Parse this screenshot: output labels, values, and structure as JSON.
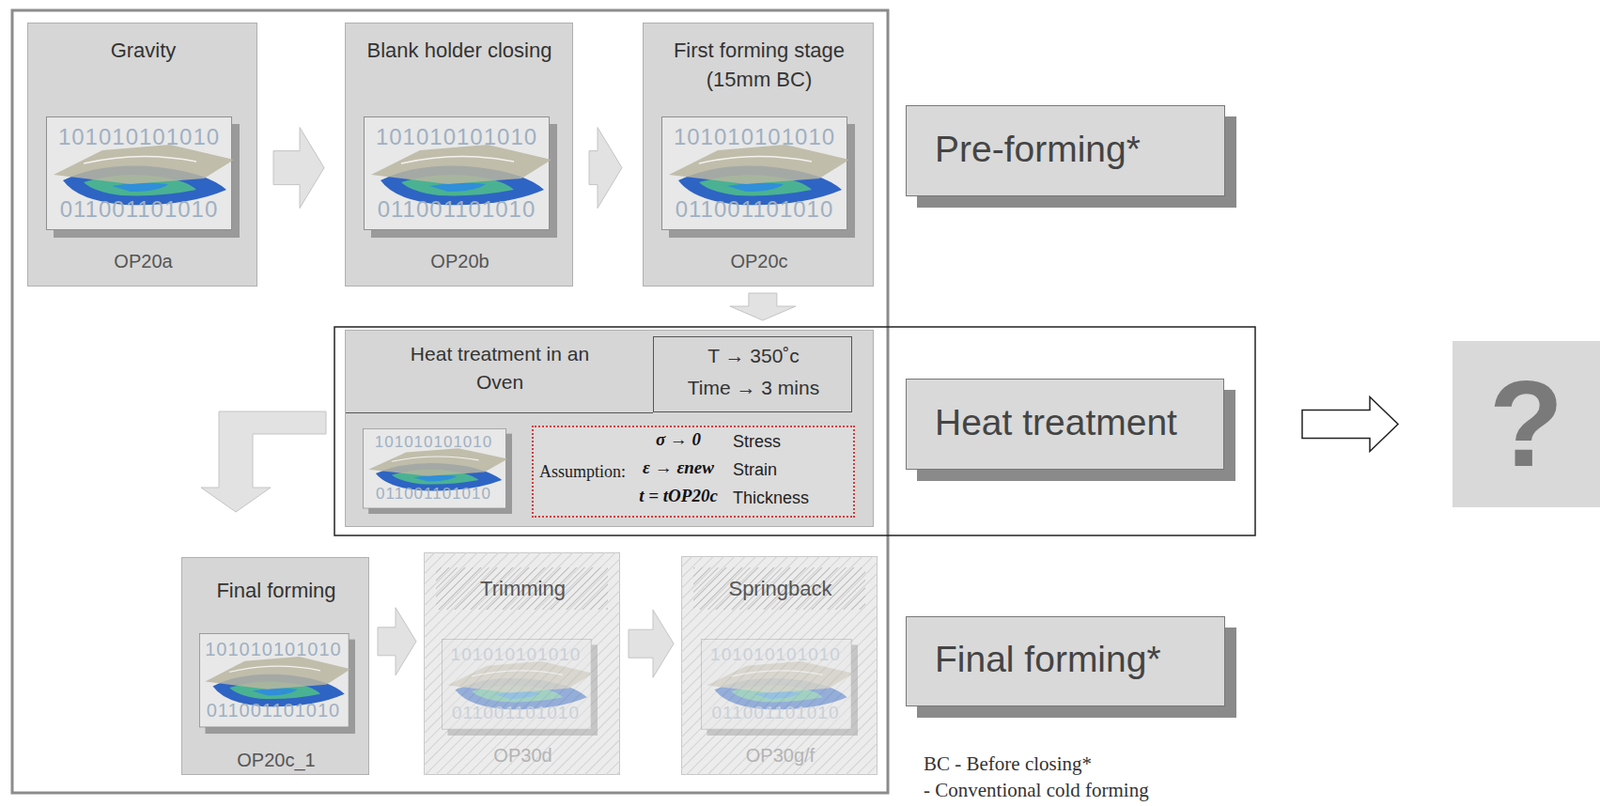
{
  "diagram": {
    "nodes": [
      {
        "text": [
          "Gravity",
          "OP20a"
        ]
      },
      {
        "text": [
          "Blank holder closing",
          "OP20b"
        ]
      },
      {
        "text": [
          "First forming stage (15mm BC)",
          "OP20c"
        ]
      },
      {
        "text": [
          "Pre-forming*"
        ]
      },
      {
        "text": [
          "Heat treatment in an Oven"
        ]
      },
      {
        "text": [
          "T → 350˚c",
          "Time → 3 mins"
        ],
        "in": 4
      },
      {
        "text": [
          "Assumption:",
          "σ → 0",
          "Stress",
          "ε → εnew",
          "Strain",
          "t = tOP20c",
          "Thickness"
        ],
        "in": 4
      },
      {
        "text": [
          "Heat treatment"
        ]
      },
      {
        "text": [
          "?"
        ]
      },
      {
        "text": [
          "Final forming",
          "OP20c_1"
        ]
      },
      {
        "text": [
          "Trimming",
          "OP30d"
        ]
      },
      {
        "text": [
          "Springback",
          "OP30g/f"
        ]
      },
      {
        "text": [
          "Final forming*"
        ]
      }
    ],
    "edges": [
      {
        "from": 0,
        "to": 1,
        "arrow": "to"
      },
      {
        "from": 1,
        "to": 2,
        "arrow": "to"
      },
      {
        "from": 2,
        "to": 4,
        "arrow": "to"
      },
      {
        "from": 4,
        "to": 9,
        "arrow": "to"
      },
      {
        "from": 9,
        "to": 10,
        "arrow": "to"
      },
      {
        "from": 10,
        "to": 11,
        "arrow": "to"
      },
      {
        "from": 7,
        "to": 8,
        "arrow": "to"
      }
    ],
    "labels": [
      "101010101010",
      "011001101010",
      "101010101010",
      "011001101010",
      "101010101010",
      "011001101010",
      "101010101010",
      "011001101010",
      "101010101010",
      "011001101010",
      "101010101010",
      "011001101010",
      "101010101010",
      "011001101010",
      "BC - Before closing*",
      "- Conventional cold forming"
    ]
  }
}
